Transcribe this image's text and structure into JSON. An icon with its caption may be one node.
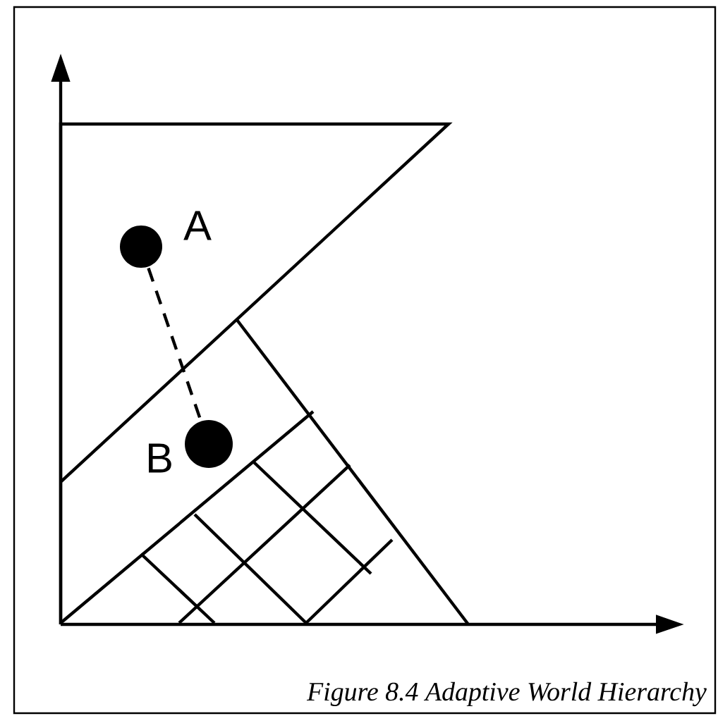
{
  "diagram": {
    "caption": "Figure 8.4  Adaptive World Hierarchy",
    "nodes": [
      {
        "text": [],
        "shape": "circle",
        "beside": [
          "A"
        ]
      },
      {
        "text": [],
        "shape": "circle",
        "beside": [
          "B"
        ]
      }
    ],
    "edges": [
      {
        "from": 0,
        "to": 1,
        "arrow": "none",
        "style": "dashed"
      }
    ]
  }
}
